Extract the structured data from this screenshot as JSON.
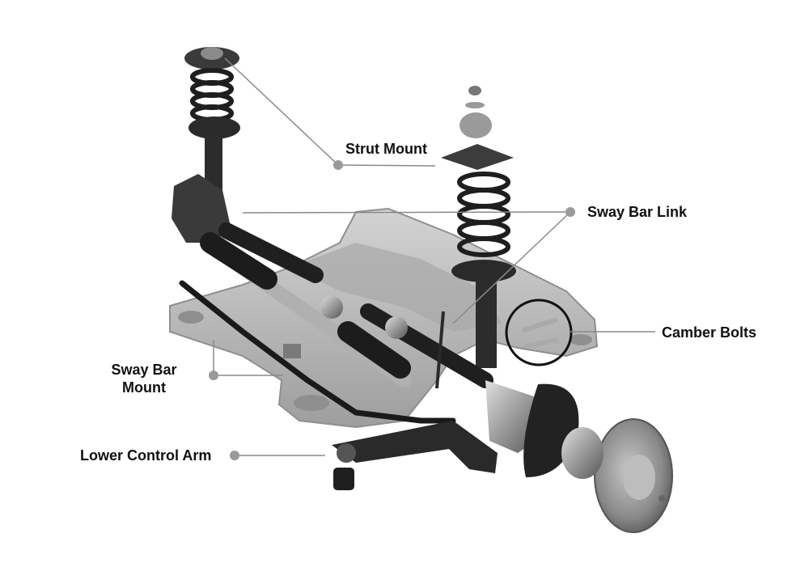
{
  "callouts": [
    {
      "id": "strut-mount",
      "lines": [
        "Strut Mount"
      ]
    },
    {
      "id": "sway-bar-link",
      "lines": [
        "Sway Bar Link"
      ]
    },
    {
      "id": "camber-bolts",
      "lines": [
        "Camber Bolts"
      ]
    },
    {
      "id": "sway-bar-mount",
      "lines": [
        "Sway Bar",
        "Mount"
      ]
    },
    {
      "id": "lower-control-arm",
      "lines": [
        "Lower Control Arm"
      ]
    }
  ],
  "colors": {
    "leader": "#8a8a8a",
    "dot": "#9a9a9a",
    "subframe": "#bdbdbd",
    "metal_dark": "#2b2b2b",
    "metal_mid": "#5e5e5e",
    "metal_light": "#a9a9a9",
    "rotor": "#8c8c8c"
  }
}
